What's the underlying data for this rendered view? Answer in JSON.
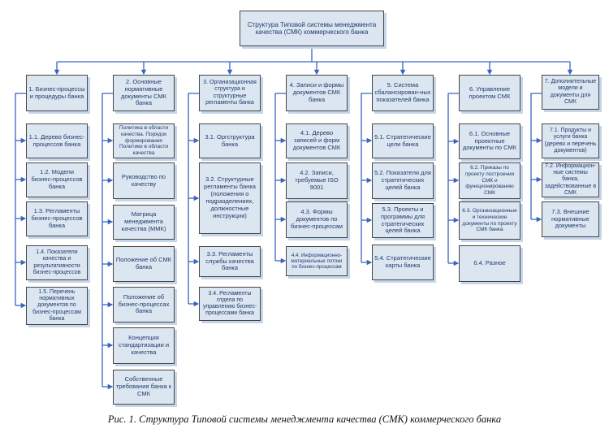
{
  "figure": {
    "root_label": "Структура Типовой системы менеджмента качества (СМК) коммерческого банка",
    "caption": "Рис. 1. Структура Типовой системы менеджмента качества (СМК) коммерческого банка"
  },
  "colors": {
    "connector_line": "#3a63c4",
    "box_fill": "#dce6f1",
    "box_border": "#454545",
    "box_shadow": "#c5d6ea",
    "box_text": "#1f3a6e"
  },
  "columns": [
    {
      "header": "1. Бизнес-процессы и процедуры банка",
      "items": [
        "1.1. Дерево бизнес-процессов банка",
        "1.2. Модели бизнес-процессов банка",
        "1.3. Регламенты бизнес-процессов банка",
        "1.4. Показатели качества и результативности бизнес-процессов",
        "1.5. Перечень нормативных документов по бизнес-процессам банка"
      ]
    },
    {
      "header": "2. Основные нормативные документы СМК банка",
      "items": [
        "Политика в области качества. Порядок формирования Политики в области качества",
        "Руководство по качеству",
        "Матрица менеджмента качества (ММК)",
        "Положение об СМК банка",
        "Положение об бизнес-процессах банка",
        "Концепция стандартизации и качества",
        "Собственные требования банка к СМК"
      ]
    },
    {
      "header": "3. Организационная структура и структурные регламенты банка",
      "items": [
        "3.1. Оргструктура банка",
        "3.2. Структурные регламенты банка (положения о подразделениях, должностные инструкции)",
        "3.3. Регламенты службы качества банка",
        "3.4. Регламенты отдела по управлению бизнес-процессами банка"
      ]
    },
    {
      "header": "4. Записи и формы документов СМК банка",
      "items": [
        "4.1. Дерево записей и форм документов СМК",
        "4.2. Записи, требуемые ISO 9001",
        "4.3. Формы документов по бизнес-процессам",
        "4.4. Информационно-материальные потоки по бизнес-процессам"
      ]
    },
    {
      "header": "5. Система сбалансирован-ных показателей банка",
      "items": [
        "5.1. Стратегические цели банка",
        "5.2. Показатели для стратегических целей банка",
        "5.3. Проекты и программы для стратегических целей банка",
        "5.4. Стратегические карты банка"
      ]
    },
    {
      "header": "6. Управление проектом СМК",
      "items": [
        "6.1. Основные проектные документы по СМК",
        "6.2. Приказы по проекту построения СМК и функционированию СМК",
        "6.3. Организационные и технические документы по проекту СМК банка",
        "6.4. Разное"
      ]
    },
    {
      "header": "7. Дополнительные модели и документы для СМК",
      "items": [
        "7.1. Продукты и услуги банка (дерево и перечень документов)",
        "7.2. Информацион-ные системы банка, задействованные в СМК",
        "7.3. Внешние нормативные документы"
      ]
    }
  ]
}
